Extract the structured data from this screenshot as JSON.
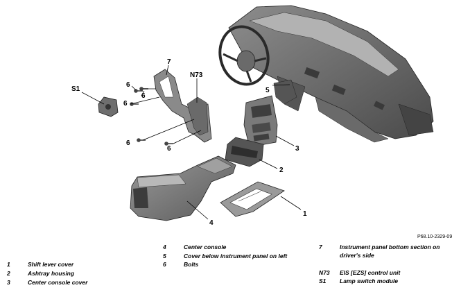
{
  "figure_ref": "P68.10-2329-09",
  "callouts": {
    "c1": "1",
    "c2": "2",
    "c3": "3",
    "c4": "4",
    "c5": "5",
    "c6a": "6",
    "c6b": "6",
    "c6c": "6",
    "c6d": "6",
    "c6e": "6",
    "c7": "7",
    "cN73": "N73",
    "cS1": "S1"
  },
  "legend": {
    "col1": [
      {
        "num": "1",
        "text": "Shift lever cover"
      },
      {
        "num": "2",
        "text": "Ashtray housing"
      },
      {
        "num": "3",
        "text": "Center console cover"
      }
    ],
    "col2": [
      {
        "num": "4",
        "text": "Center console"
      },
      {
        "num": "5",
        "text": "Cover below instrument panel on left"
      },
      {
        "num": "6",
        "text": "Bolts"
      }
    ],
    "col3": [
      {
        "num": "7",
        "text": "Instrument panel bottom section on"
      },
      {
        "num": "",
        "text": "driver's side"
      },
      {
        "num": "N73",
        "text": "EIS [EZS] control unit"
      },
      {
        "num": "S1",
        "text": "Lamp switch module"
      }
    ]
  }
}
